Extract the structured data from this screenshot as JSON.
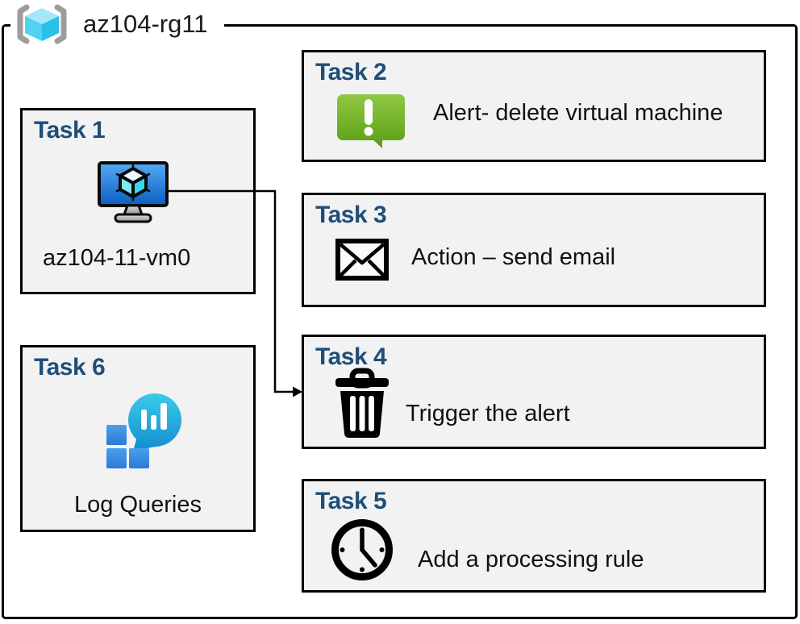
{
  "header": {
    "title": "az104-rg11",
    "icon": "resource-group-icon"
  },
  "colors": {
    "task_title_blue": "#1f4e79",
    "box_background": "#f2f2f2",
    "box_border": "#000000",
    "alert_green": "#76b82f",
    "vm_screen_blue": "#1a73d4",
    "log_blob_teal": "#29b5dd",
    "log_square_blue": "#3b86e0",
    "rg_cube_cyan": "#50d2f0",
    "rg_bracket_gray": "#9d9d9d"
  },
  "tasks": [
    {
      "title": "Task 1",
      "label": "az104-11-vm0",
      "icon": "virtual-machine-icon"
    },
    {
      "title": "Task 2",
      "label": "Alert- delete virtual machine",
      "icon": "alert-message-icon"
    },
    {
      "title": "Task 3",
      "label": "Action – send email",
      "icon": "email-envelope-icon"
    },
    {
      "title": "Task 4",
      "label": "Trigger the alert",
      "icon": "trash-icon"
    },
    {
      "title": "Task 5",
      "label": "Add a processing rule",
      "icon": "clock-icon"
    },
    {
      "title": "Task 6",
      "label": "Log Queries",
      "icon": "log-analytics-icon"
    }
  ],
  "connector": {
    "from": "task-1 virtual machine",
    "to": "task-4 box",
    "style": "elbow-arrow"
  }
}
